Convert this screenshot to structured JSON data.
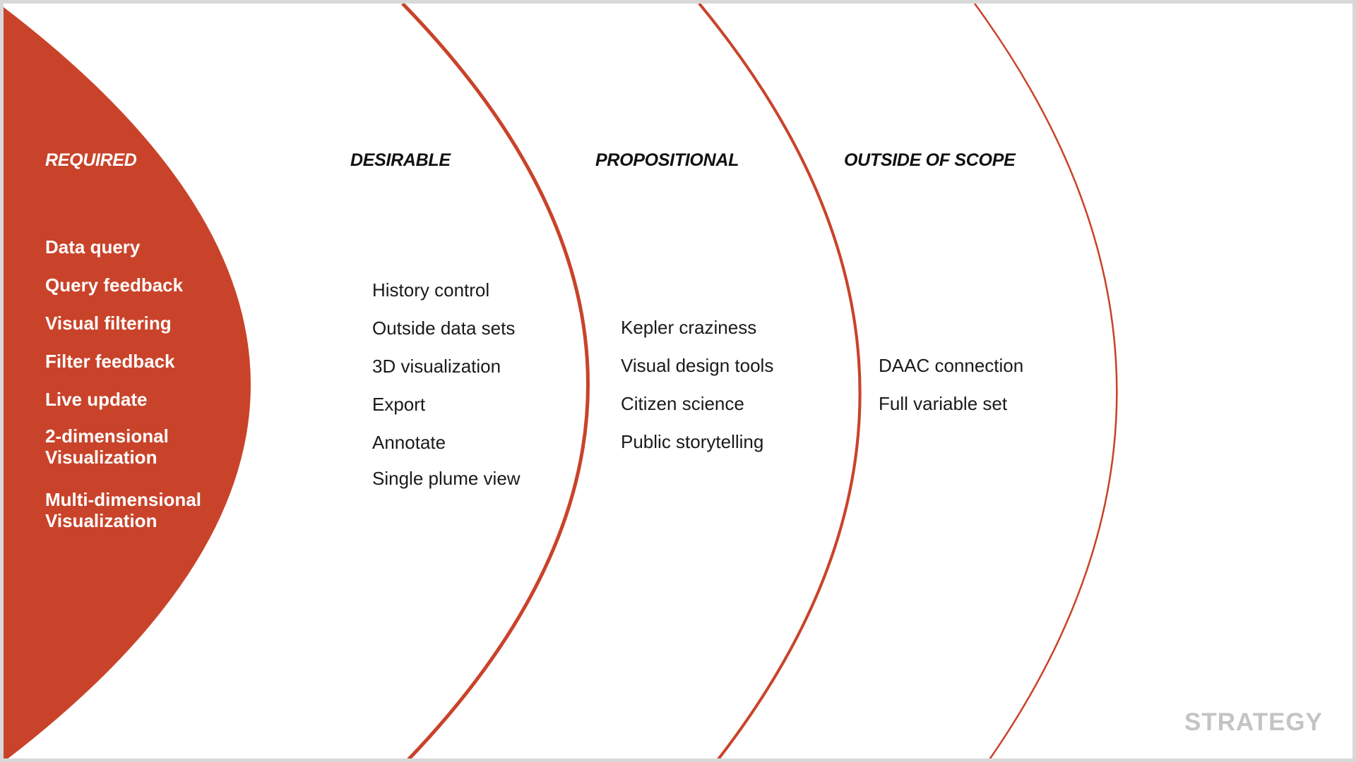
{
  "colors": {
    "accent": "#c9432a",
    "heading_on_accent": "#ffffff",
    "heading": "#111111",
    "body_text": "#1a1a1a",
    "footer": "#c4c4c4",
    "frame": "#d8d8d8"
  },
  "rings": {
    "required": {
      "heading": "REQUIRED",
      "items": [
        "Data query",
        "Query feedback",
        "Visual filtering",
        "Filter feedback",
        "Live update",
        "2-dimensional Visualization",
        "Multi-dimensional Visualization"
      ]
    },
    "desirable": {
      "heading": "DESIRABLE",
      "items": [
        "History control",
        "Outside data sets",
        "3D visualization",
        "Export",
        "Annotate",
        "Single plume view"
      ]
    },
    "propositional": {
      "heading": "PROPOSITIONAL",
      "items": [
        "Kepler craziness",
        "Visual design tools",
        "Citizen science",
        "Public storytelling"
      ]
    },
    "outside_of_scope": {
      "heading": "OUTSIDE OF SCOPE",
      "items": [
        "DAAC connection",
        "Full variable set"
      ]
    }
  },
  "footer": {
    "label": "STRATEGY"
  }
}
